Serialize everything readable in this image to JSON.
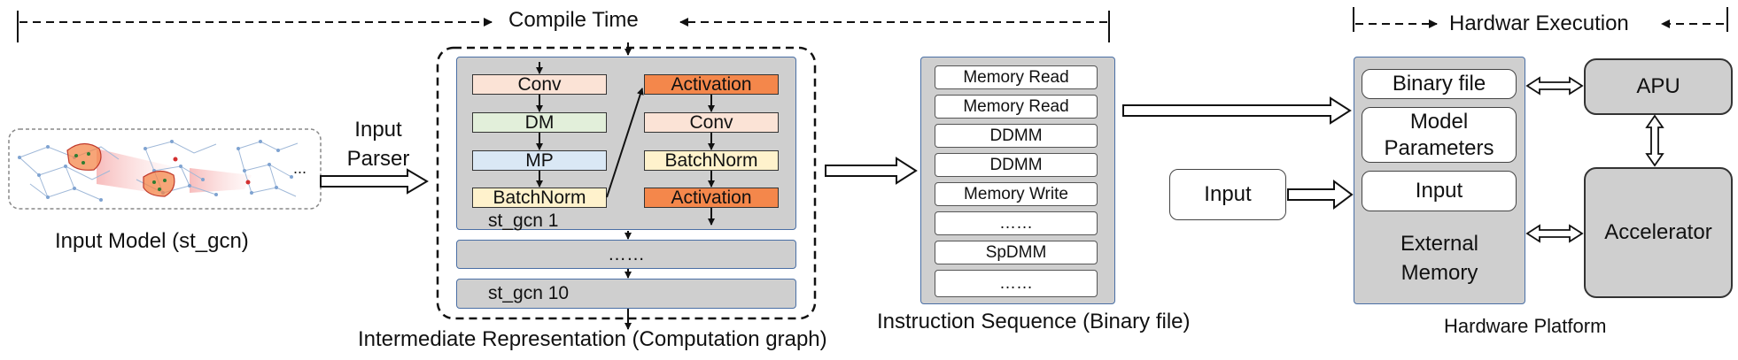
{
  "timeline": {
    "compile_time": "Compile Time",
    "hardware_execution": "Hardwar Execution"
  },
  "input_model": {
    "caption": "Input Model (st_gcn)",
    "ellipsis": "..."
  },
  "parser": {
    "label_line1": "Input",
    "label_line2": "Parser"
  },
  "ir": {
    "caption": "Intermediate Representation (Computation graph)",
    "block1_label": "st_gcn 1",
    "middle_label": "……",
    "block10_label": "st_gcn 10",
    "left_ops": [
      "Conv",
      "DM",
      "MP",
      "BatchNorm"
    ],
    "right_ops": [
      "Activation",
      "Conv",
      "BatchNorm",
      "Activation"
    ]
  },
  "instruction_sequence": {
    "caption": "Instruction Sequence (Binary file)",
    "items": [
      "Memory Read",
      "Memory Read",
      "DDMM",
      "DDMM",
      "Memory Write",
      "……",
      "SpDMM",
      "……"
    ]
  },
  "input_box": {
    "label": "Input"
  },
  "external_memory": {
    "label_line1": "External",
    "label_line2": "Memory",
    "items": [
      "Binary file",
      "Model Parameters",
      "Input"
    ]
  },
  "devices": {
    "apu": "APU",
    "accelerator": "Accelerator"
  },
  "hardware_caption": "Hardware Platform",
  "colors": {
    "conv": "#fbe3d6",
    "dm": "#e2efda",
    "mp": "#dae8f5",
    "batchnorm": "#fff2cc",
    "activation": "#f4874b",
    "panel": "#cfcfcf",
    "panel_border": "#4a6fa5"
  }
}
